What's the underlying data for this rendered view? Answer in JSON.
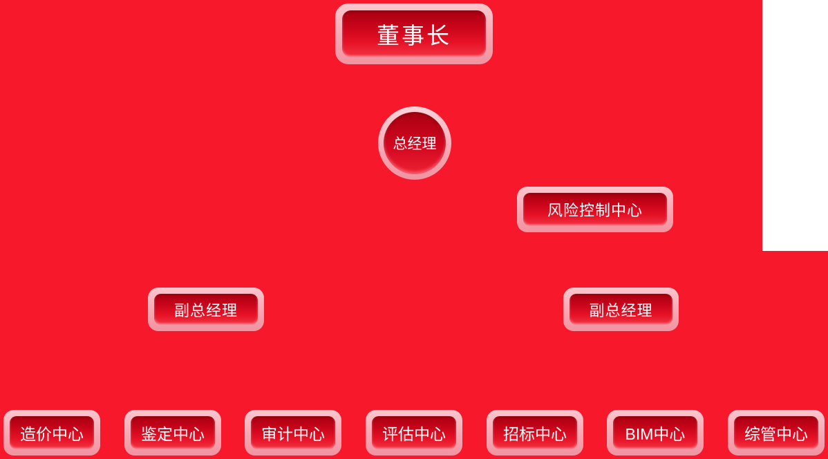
{
  "colors": {
    "background": "#f8182b",
    "frame_pink": "#f6a4b0",
    "button_red_dark": "#a80010",
    "button_red_bright": "#f02e3f",
    "text": "#ffffff",
    "panel_white": "#ffffff"
  },
  "org": {
    "chairman": {
      "label": "董事长"
    },
    "general_manager": {
      "label": "总经理"
    },
    "risk_control": {
      "label": "风险控制中心"
    },
    "deputy_left": {
      "label": "副总经理"
    },
    "deputy_right": {
      "label": "副总经理"
    },
    "departments": [
      {
        "label": "造价中心"
      },
      {
        "label": "鉴定中心"
      },
      {
        "label": "审计中心"
      },
      {
        "label": "评估中心"
      },
      {
        "label": "招标中心"
      },
      {
        "label": "BIM中心"
      },
      {
        "label": "综管中心"
      }
    ]
  }
}
